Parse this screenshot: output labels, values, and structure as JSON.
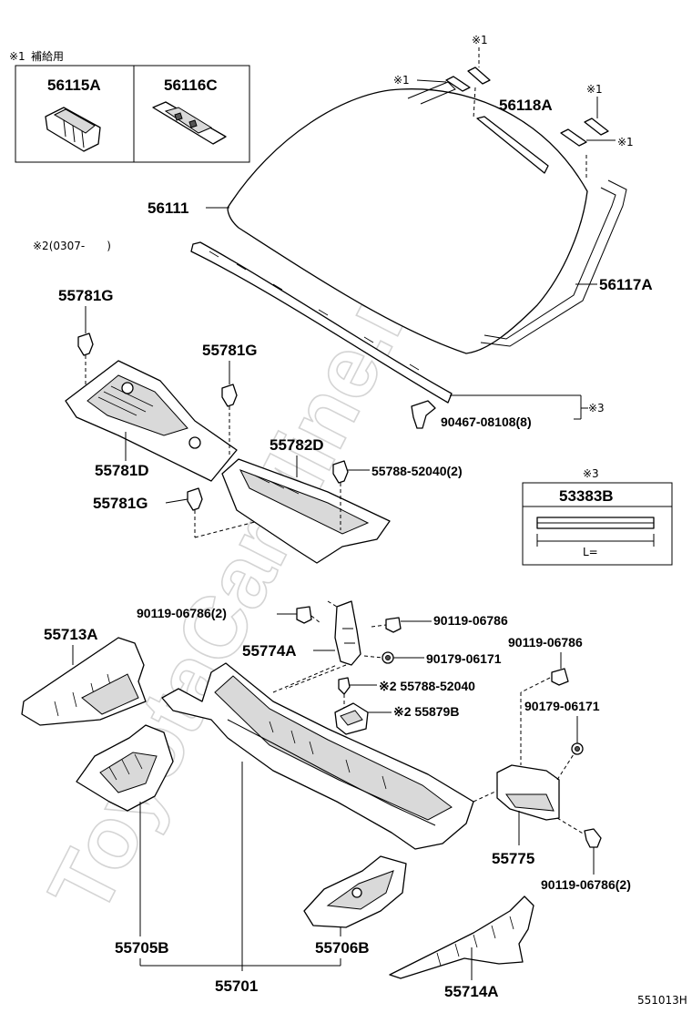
{
  "watermark": "ToyotaCarMine.ru",
  "supply_note": {
    "mark": "※1",
    "text": "補給用",
    "items": [
      "56115A",
      "56116C"
    ]
  },
  "note2": "※2(0307-　　)",
  "callout_53383B": {
    "mark": "※3",
    "part": "53383B",
    "length_label": "L="
  },
  "labels": {
    "p56111": "56111",
    "p56118A": "56118A",
    "p56117A": "56117A",
    "mark1_a": "※1",
    "mark1_b": "※1",
    "mark1_c": "※1",
    "mark1_d": "※1",
    "p55781G_a": "55781G",
    "p55781G_b": "55781G",
    "p55781G_c": "55781G",
    "p55781D": "55781D",
    "p55782D": "55782D",
    "p55788_52040_2": "55788-52040(2)",
    "p90467": "90467-08108(8)",
    "mark3": "※3",
    "p90119_2_top": "90119-06786(2)",
    "p90119_a": "90119-06786",
    "p90119_b": "90119-06786",
    "p55713A": "55713A",
    "p55774A": "55774A",
    "p90179_a": "90179-06171",
    "p90179_b": "90179-06171",
    "p55788_n2": "※2 55788-52040",
    "p55879B": "※2 55879B",
    "p55775": "55775",
    "p90119_2_bottom": "90119-06786(2)",
    "p55705B": "55705B",
    "p55706B": "55706B",
    "p55701": "55701",
    "p55714A": "55714A",
    "code": "551013H"
  }
}
